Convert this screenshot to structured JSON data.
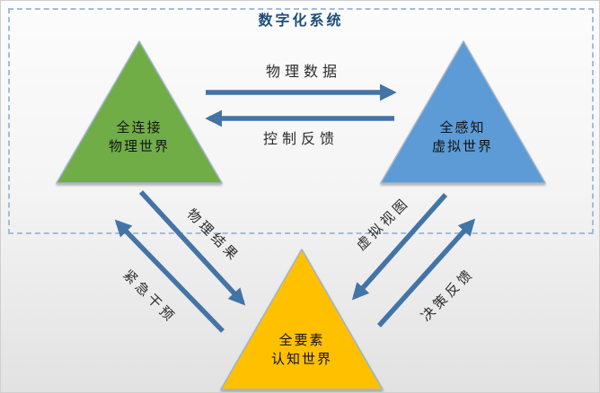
{
  "title": "数字化系统",
  "triangles": {
    "physical": {
      "line1": "全连接",
      "line2": "物理世界",
      "fill": "#6FAD47"
    },
    "virtual": {
      "line1": "全感知",
      "line2": "虚拟世界",
      "fill": "#5B9BD5"
    },
    "cognitive": {
      "line1": "全要素",
      "line2": "认知世界",
      "fill": "#FFC000"
    }
  },
  "arrows": {
    "physical_data": {
      "label": "物理数据",
      "from": "physical",
      "to": "virtual"
    },
    "control_feedback": {
      "label": "控制反馈",
      "from": "virtual",
      "to": "physical"
    },
    "physical_result": {
      "label": "物理结果",
      "from": "physical",
      "to": "cognitive"
    },
    "emergency_intervention": {
      "label": "紧急干预",
      "from": "cognitive",
      "to": "physical"
    },
    "virtual_view": {
      "label": "虚拟视图",
      "from": "virtual",
      "to": "cognitive"
    },
    "decision_feedback": {
      "label": "决策反馈",
      "from": "cognitive",
      "to": "virtual"
    }
  },
  "colors": {
    "arrow": "#4374A6",
    "title": "#1F4E79",
    "dashed_border": "#A3BDD8",
    "triangle_outline": "#9FB3C8"
  }
}
